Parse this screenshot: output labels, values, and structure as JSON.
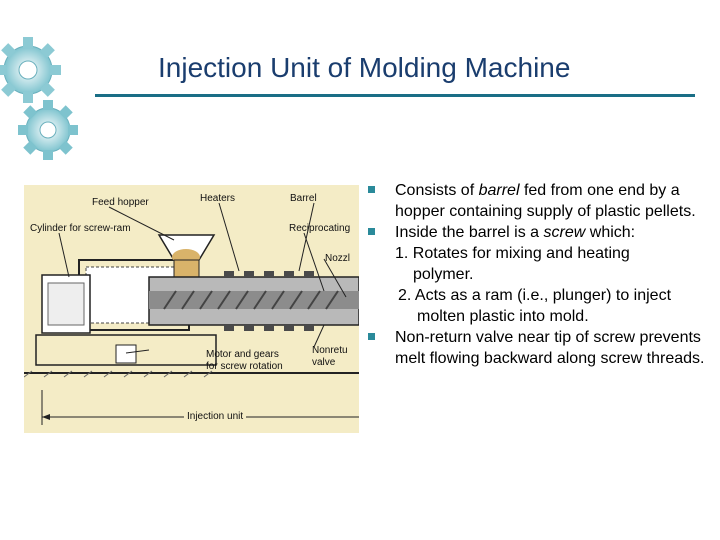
{
  "slide": {
    "title": "Injection Unit of Molding Machine",
    "accent_color": "#1a6e86",
    "title_color": "#1a3d6e",
    "decor_icon": "gears-icon"
  },
  "figure": {
    "labels": {
      "feed_hopper": "Feed hopper",
      "heaters": "Heaters",
      "barrel": "Barrel",
      "cylinder": "Cylinder for screw-ram",
      "reciprocating": "Reciprocating",
      "nozzle": "Nozzl",
      "motor": "Motor and gears",
      "motor2": "for screw rotation",
      "nonreturn": "Nonretu",
      "nonreturn2": "valve",
      "injection_unit": "Injection unit"
    }
  },
  "content": {
    "b1_pre": "Consists of ",
    "b1_em": "barrel",
    "b1_post": " fed from one end by a hopper containing supply of plastic pellets.",
    "b2_pre": "Inside the barrel is a ",
    "b2_em": "screw",
    "b2_post": " which:",
    "s1a": "1. Rotates for mixing and heating",
    "s1b": "polymer.",
    "s2a": "2. Acts as a ram (i.e., plunger) to inject",
    "s2b": "molten plastic into mold.",
    "b3": "Non-return valve near tip of screw prevents melt flowing backward along screw threads."
  }
}
